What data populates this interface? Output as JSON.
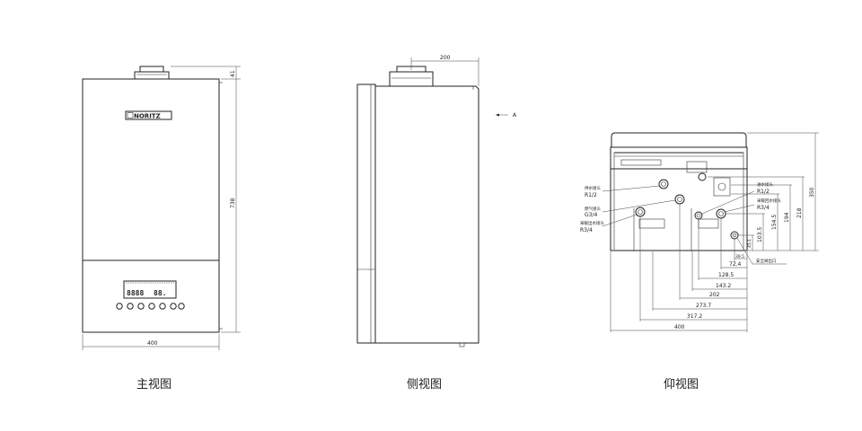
{
  "front": {
    "caption": "主视图",
    "brand": "NORITZ",
    "display_text": "8888",
    "display_text2": "88.",
    "dims": {
      "width": "400",
      "height": "738",
      "top": "41"
    }
  },
  "side": {
    "caption": "侧视图",
    "section_label": "A",
    "dims": {
      "depth": "200"
    }
  },
  "bottom": {
    "caption": "仰视图",
    "labels": {
      "heating_supply": "供水接头",
      "heating_supply_size": "R1/2",
      "gas_inlet": "燃气接头",
      "gas_inlet_size": "G3/4",
      "hot_water_out": "采暖出水接头",
      "hot_water_out_size": "R3/4",
      "cold_water_in": "进水接头",
      "cold_water_in_size": "R1/2",
      "heating_return": "采暖回水接头",
      "heating_return_size": "R3/4",
      "safety_valve": "安全阀出口"
    },
    "h_dims": [
      "39.5",
      "72.4",
      "128.5",
      "143.2",
      "202",
      "273.7",
      "317.2",
      "400"
    ],
    "v_dims": [
      "45.1",
      "103.5",
      "154.5",
      "194",
      "218",
      "350"
    ]
  }
}
